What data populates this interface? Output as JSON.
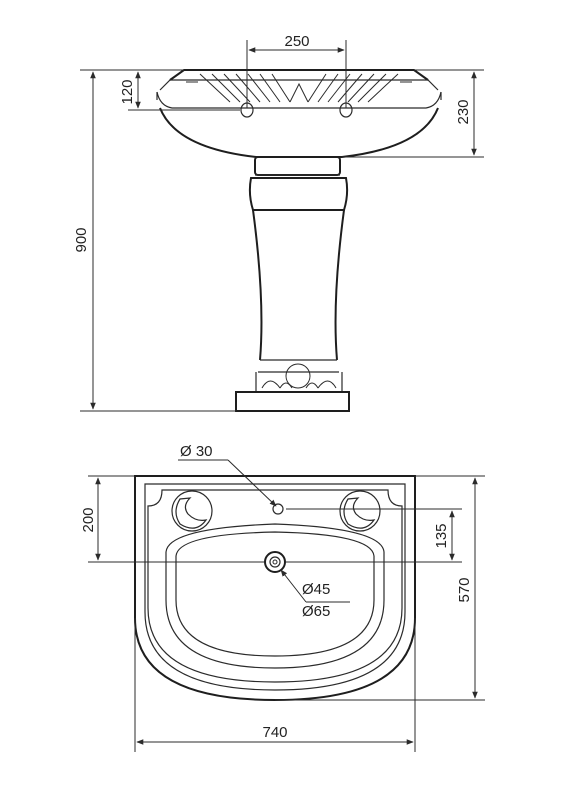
{
  "elevation_view": {
    "dimensions": {
      "tap_spacing": "250",
      "rim_to_tap_holes": "120",
      "basin_height": "230",
      "total_height": "900"
    }
  },
  "plan_view": {
    "dimensions": {
      "tap_hole_diameter": "Ø 30",
      "back_to_tap_holes": "200",
      "tap_hole_to_drain": "135",
      "depth": "570",
      "drain_diameter": "Ø45",
      "drain_outer_diameter": "Ø65",
      "width": "740"
    }
  }
}
